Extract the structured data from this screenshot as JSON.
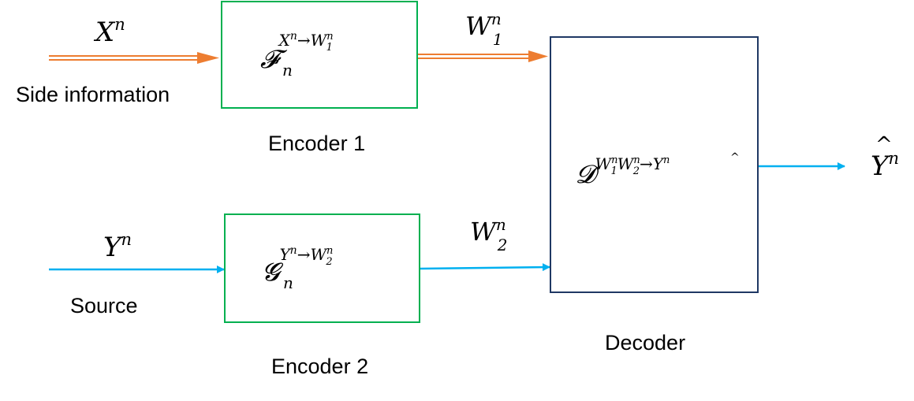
{
  "colors": {
    "side_information_line": "#ED7D31",
    "source_line": "#00B0F0",
    "encoder_border": "#00B050",
    "decoder_border": "#1F3864"
  },
  "inputs": {
    "side_information": {
      "label": "Side information",
      "symbol_base": "X",
      "symbol_sup": "n"
    },
    "source": {
      "label": "Source",
      "symbol_base": "Y",
      "symbol_sup": "n"
    }
  },
  "encoder1": {
    "caption": "Encoder 1",
    "func_base": "𝓕",
    "func_sub": "n",
    "map_from": "X",
    "map_from_sup": "n",
    "arrow": "→",
    "map_to": "W",
    "map_to_sub": "1",
    "map_to_sup": "n"
  },
  "encoder2": {
    "caption": "Encoder 2",
    "func_base": "𝓖",
    "func_sub": "n",
    "map_from": "Y",
    "map_from_sup": "n",
    "arrow": "→",
    "map_to": "W",
    "map_to_sub": "2",
    "map_to_sup": "n"
  },
  "messages": {
    "w1": {
      "base": "W",
      "sub": "1",
      "sup": "n"
    },
    "w2": {
      "base": "W",
      "sub": "2",
      "sup": "n"
    }
  },
  "decoder": {
    "caption": "Decoder",
    "func_base": "𝓓",
    "in1": "W",
    "in1_sub": "1",
    "in1_sup": "n",
    "in2": "W",
    "in2_sub": "2",
    "in2_sup": "n",
    "arrow": "→",
    "out_hat": "^",
    "out": "Y",
    "out_sup": "n"
  },
  "output": {
    "hat": "^",
    "base": "Y",
    "sup": "n"
  }
}
